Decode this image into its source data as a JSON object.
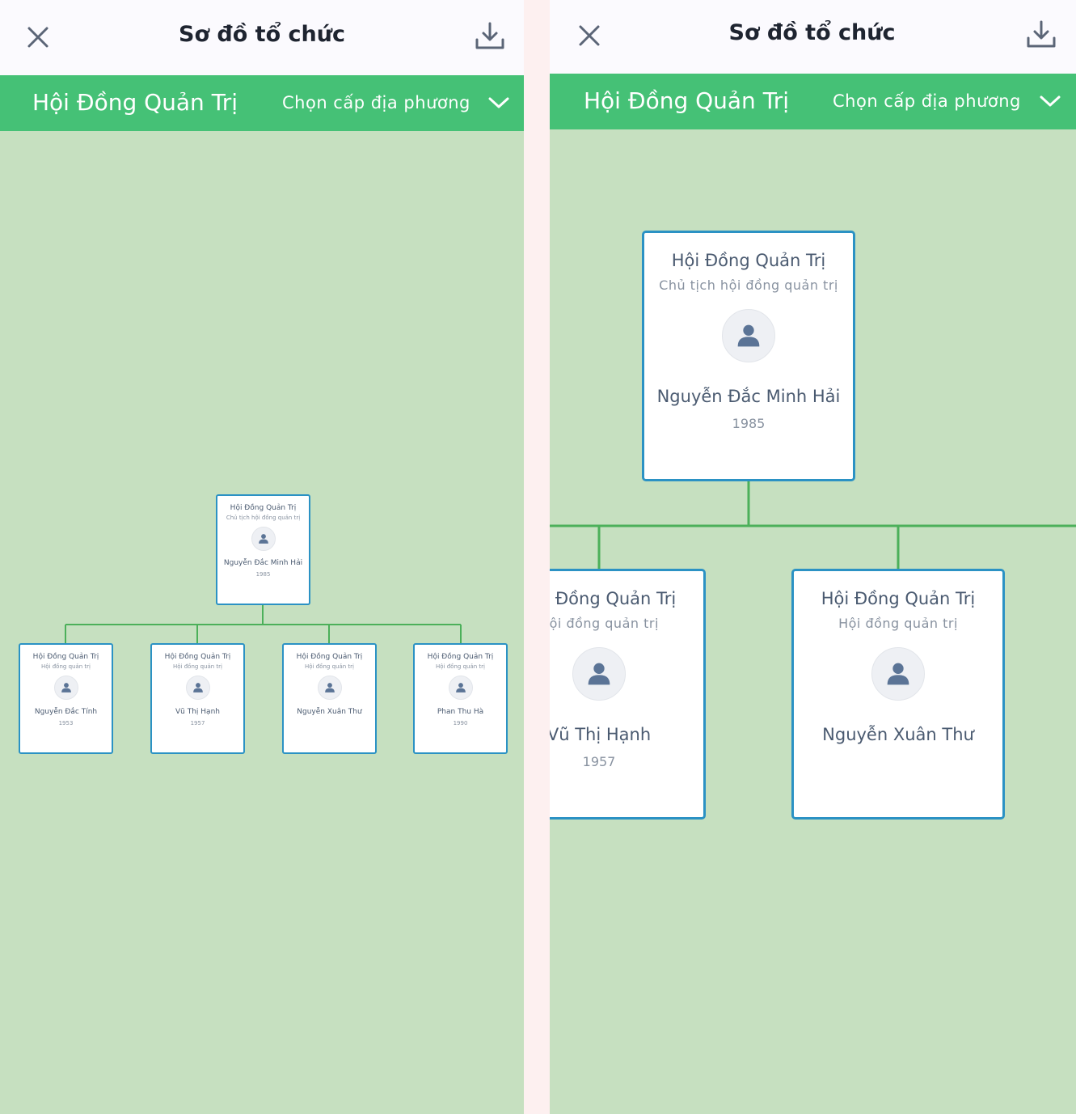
{
  "header": {
    "title": "Sơ đồ tổ chức",
    "close_icon": "close-icon",
    "download_icon": "download-icon"
  },
  "subheader": {
    "level_title": "Hội Đồng Quản Trị",
    "level_select": "Chọn cấp địa phương",
    "chevron_icon": "chevron-down-icon"
  },
  "org": {
    "root": {
      "department": "Hội Đồng Quản Trị",
      "position": "Chủ tịch hội đồng quản trị",
      "name": "Nguyễn Đắc Minh Hải",
      "year": "1985"
    },
    "children": [
      {
        "department": "Hội Đồng Quản Trị",
        "position": "Hội đồng quản trị",
        "name": "Nguyễn Đắc Tính",
        "year": "1953"
      },
      {
        "department": "Hội Đồng Quản Trị",
        "position": "Hội đồng quản trị",
        "name": "Vũ Thị Hạnh",
        "year": "1957"
      },
      {
        "department": "Hội Đồng Quản Trị",
        "position": "Hội đồng quản trị",
        "name": "Nguyễn Xuân Thư",
        "year": ""
      },
      {
        "department": "Hội Đồng Quản Trị",
        "position": "Hội đồng quản trị",
        "name": "Phan Thu Hà",
        "year": "1990"
      }
    ]
  },
  "colors": {
    "header_bg": "#fbfafe",
    "subheader_bg": "#45c176",
    "canvas_bg": "#c6e0c0",
    "node_border": "#2b92c4",
    "connector": "#4cb05a"
  }
}
